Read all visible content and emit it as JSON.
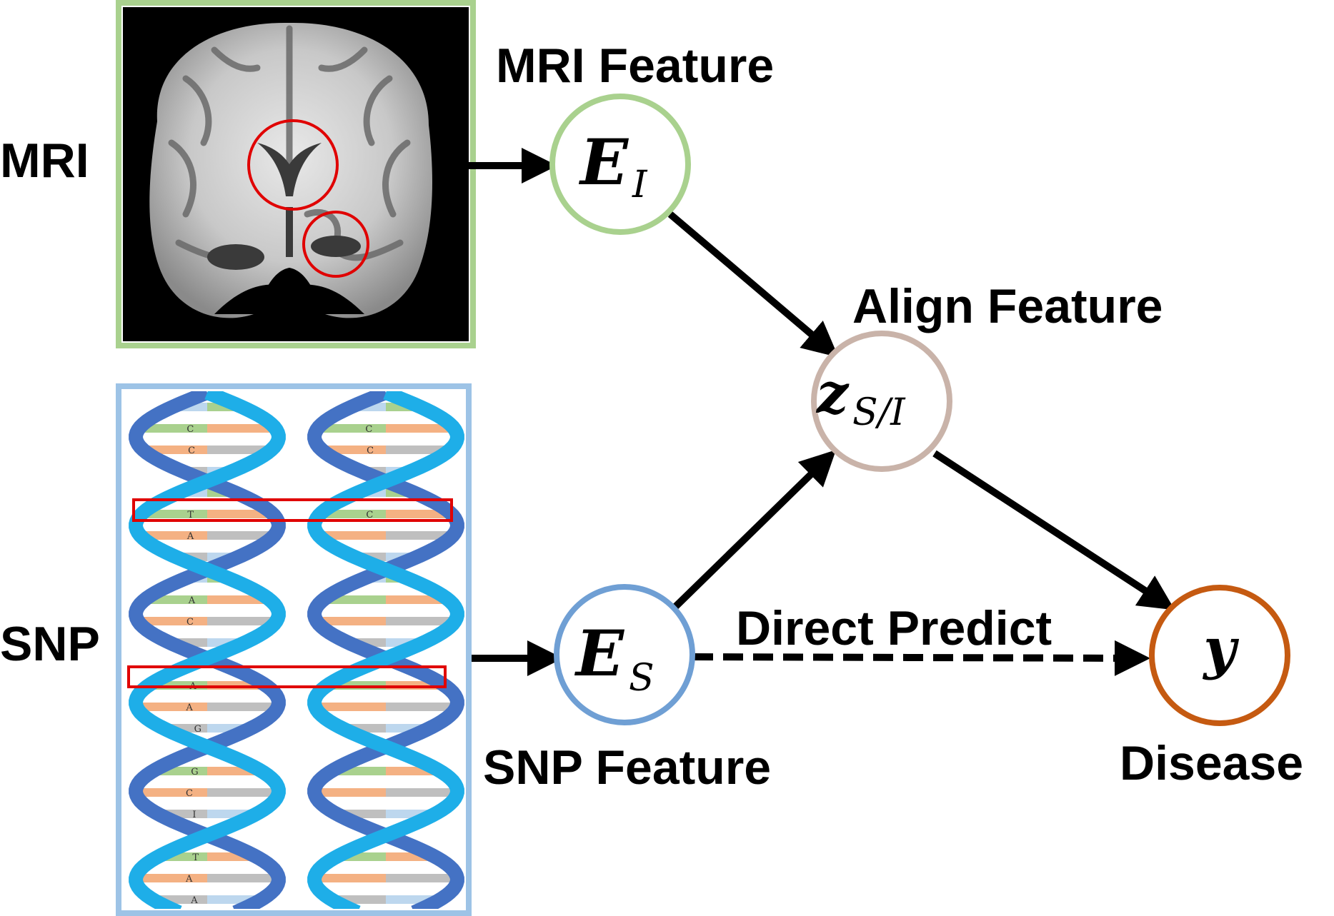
{
  "labels": {
    "mri": "MRI",
    "snp": "SNP",
    "mri_feature": "MRI Feature",
    "snp_feature": "SNP Feature",
    "align_feature": "Align Feature",
    "disease": "Disease",
    "direct_predict": "Direct Predict"
  },
  "nodes": {
    "e_i": {
      "main": "E",
      "sub": "I",
      "color": "#a9d18e"
    },
    "e_s": {
      "main": "E",
      "sub": "S",
      "color": "#6f9fd4"
    },
    "z": {
      "main": "z",
      "sub": "S/I",
      "color": "#c9b3a9"
    },
    "y": {
      "main": "y",
      "color": "#c55a11"
    }
  },
  "colors": {
    "mri_frame": "#a9d18e",
    "snp_frame": "#9dc3e6",
    "highlight": "#e00000",
    "arrow": "#000000"
  },
  "dna": {
    "letters": [
      "C",
      "C",
      "T",
      "A",
      "A",
      "C",
      "A",
      "A",
      "G",
      "G",
      "C",
      "I",
      "T",
      "A",
      "A",
      "C",
      "C",
      "C"
    ]
  }
}
